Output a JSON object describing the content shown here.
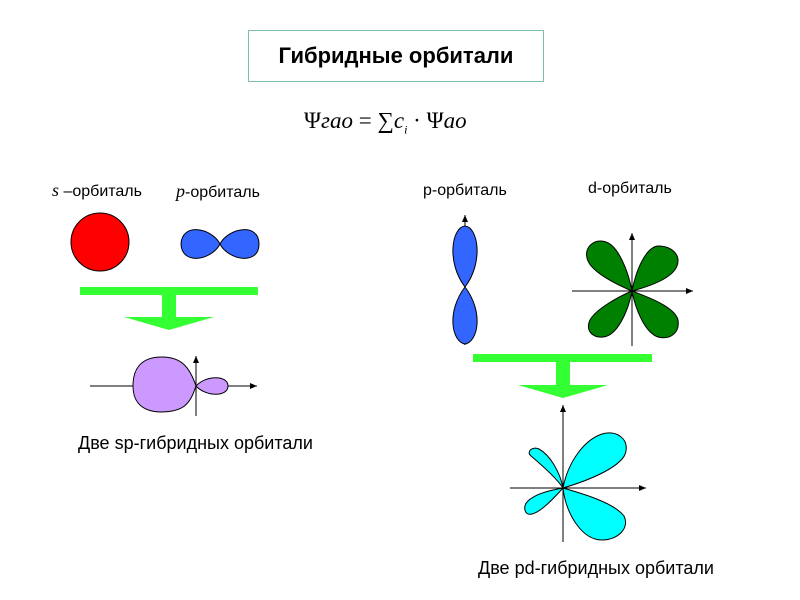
{
  "title": "Гибридные орбитали",
  "formula": {
    "psi": "Ψ",
    "lhs_sub": "гао",
    "equals": "=",
    "sum": "∑",
    "coef": "c",
    "coef_index": "i",
    "dot": "·",
    "rhs_sub": "ао"
  },
  "left_panel": {
    "s_label": {
      "symbol": "s",
      "text": " –орбиталь"
    },
    "p_label": {
      "symbol": "p",
      "text": "-орбиталь"
    },
    "caption": "Две sp-гибридных орбитали",
    "colors": {
      "s": "#ff0000",
      "p": "#3366ff",
      "hybrid": "#cc99ff",
      "arrow": "#33ff33"
    }
  },
  "right_panel": {
    "p_label": "p-орбиталь",
    "d_label": "d-орбиталь",
    "caption": "Две pd-гибридных орбитали",
    "colors": {
      "p": "#3366ff",
      "d": "#008000",
      "hybrid": "#00ffff",
      "arrow": "#33ff33"
    }
  }
}
